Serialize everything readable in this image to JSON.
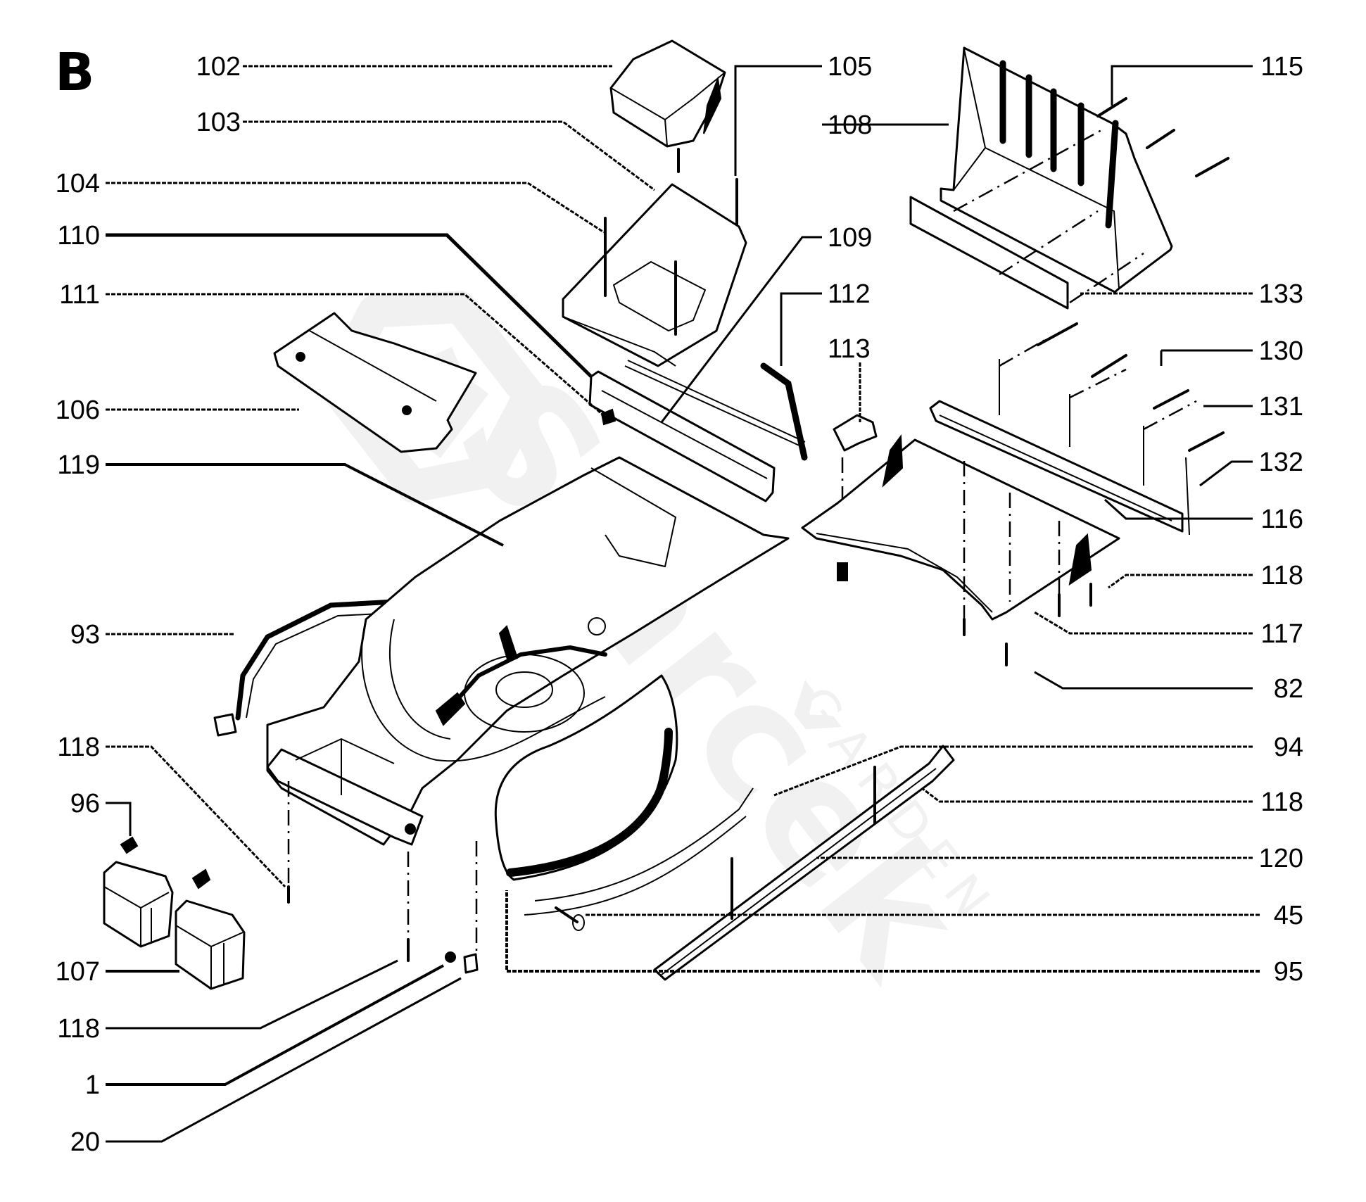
{
  "diagram": {
    "type": "exploded parts view",
    "section_letter": "B",
    "watermark": {
      "brand": "Starček",
      "tagline": "GARDEN"
    },
    "callouts_left": [
      {
        "id": "c102",
        "label": "102"
      },
      {
        "id": "c103",
        "label": "103"
      },
      {
        "id": "c104",
        "label": "104"
      },
      {
        "id": "c110",
        "label": "110"
      },
      {
        "id": "c111",
        "label": "111"
      },
      {
        "id": "c106",
        "label": "106"
      },
      {
        "id": "c119",
        "label": "119"
      },
      {
        "id": "c93",
        "label": "93"
      },
      {
        "id": "c118a",
        "label": "118"
      },
      {
        "id": "c96",
        "label": "96"
      },
      {
        "id": "c107",
        "label": "107"
      },
      {
        "id": "c118b",
        "label": "118"
      },
      {
        "id": "c1",
        "label": "1"
      },
      {
        "id": "c20",
        "label": "20"
      }
    ],
    "callouts_center": [
      {
        "id": "c105",
        "label": "105"
      },
      {
        "id": "c108",
        "label": "108"
      },
      {
        "id": "c109",
        "label": "109"
      },
      {
        "id": "c112",
        "label": "112"
      },
      {
        "id": "c113",
        "label": "113"
      }
    ],
    "callouts_right": [
      {
        "id": "c115",
        "label": "115"
      },
      {
        "id": "c133",
        "label": "133"
      },
      {
        "id": "c130",
        "label": "130"
      },
      {
        "id": "c131",
        "label": "131"
      },
      {
        "id": "c132",
        "label": "132"
      },
      {
        "id": "c116",
        "label": "116"
      },
      {
        "id": "c118c",
        "label": "118"
      },
      {
        "id": "c117",
        "label": "117"
      },
      {
        "id": "c82",
        "label": "82"
      },
      {
        "id": "c94",
        "label": "94"
      },
      {
        "id": "c118d",
        "label": "118"
      },
      {
        "id": "c120",
        "label": "120"
      },
      {
        "id": "c45",
        "label": "45"
      },
      {
        "id": "c95",
        "label": "95"
      }
    ]
  }
}
